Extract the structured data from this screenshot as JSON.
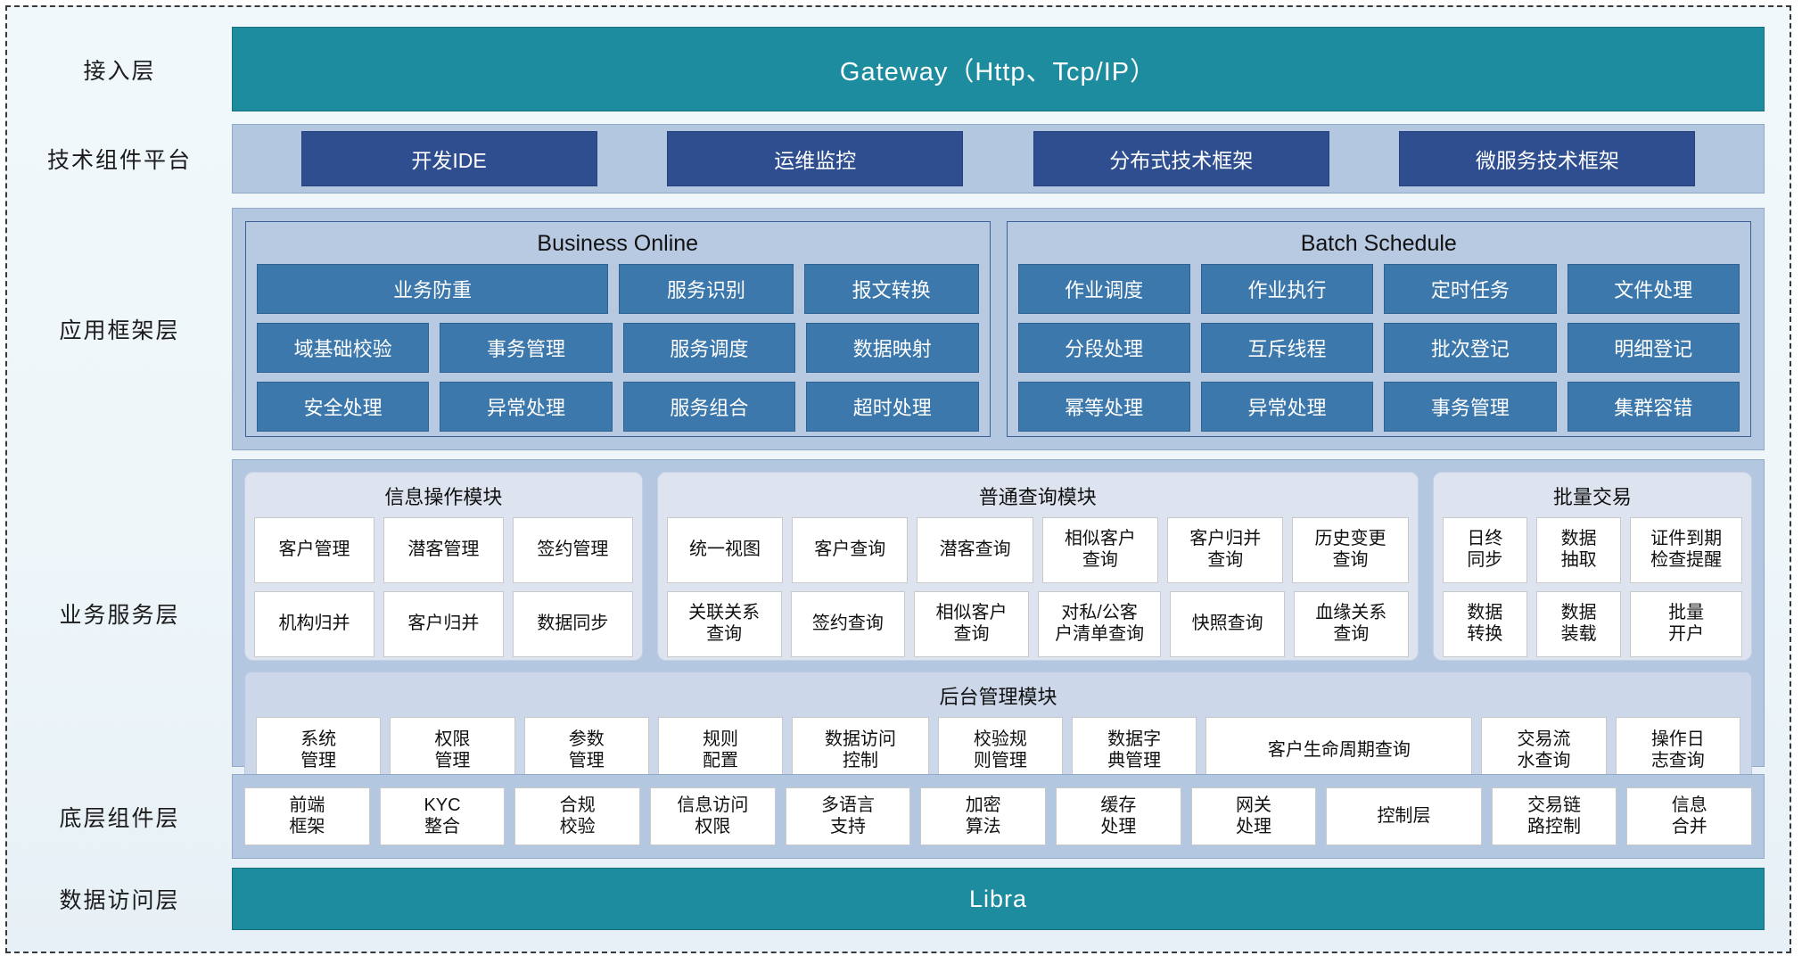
{
  "layers": [
    {
      "label": "接入层"
    },
    {
      "label": "技术组件平台"
    },
    {
      "label": "应用框架层"
    },
    {
      "label": "业务服务层"
    },
    {
      "label": "底层组件层"
    },
    {
      "label": "数据访问层"
    }
  ],
  "access_layer": {
    "title": "Gateway（Http、Tcp/IP）"
  },
  "tech_platform": {
    "chips": [
      "开发IDE",
      "运维监控",
      "分布式技术框架",
      "微服务技术框架"
    ]
  },
  "app_framework": {
    "groups": [
      {
        "title": "Business Online",
        "rows": [
          [
            {
              "label": "业务防重",
              "span": 2
            },
            {
              "label": "服务识别",
              "span": 1
            },
            {
              "label": "报文转换",
              "span": 1
            }
          ],
          [
            {
              "label": "域基础校验",
              "span": 1
            },
            {
              "label": "事务管理",
              "span": 1
            },
            {
              "label": "服务调度",
              "span": 1
            },
            {
              "label": "数据映射",
              "span": 1
            }
          ],
          [
            {
              "label": "安全处理",
              "span": 1
            },
            {
              "label": "异常处理",
              "span": 1
            },
            {
              "label": "服务组合",
              "span": 1
            },
            {
              "label": "超时处理",
              "span": 1
            }
          ]
        ]
      },
      {
        "title": "Batch Schedule",
        "rows": [
          [
            {
              "label": "作业调度",
              "span": 1
            },
            {
              "label": "作业执行",
              "span": 1
            },
            {
              "label": "定时任务",
              "span": 1
            },
            {
              "label": "文件处理",
              "span": 1
            }
          ],
          [
            {
              "label": "分段处理",
              "span": 1
            },
            {
              "label": "互斥线程",
              "span": 1
            },
            {
              "label": "批次登记",
              "span": 1
            },
            {
              "label": "明细登记",
              "span": 1
            }
          ],
          [
            {
              "label": "幂等处理",
              "span": 1
            },
            {
              "label": "异常处理",
              "span": 1
            },
            {
              "label": "事务管理",
              "span": 1
            },
            {
              "label": "集群容错",
              "span": 1
            }
          ]
        ]
      }
    ]
  },
  "business_service": {
    "modules": [
      {
        "title": "信息操作模块",
        "flex": 24,
        "rows": [
          [
            "客户管理",
            "潜客管理",
            "签约管理"
          ],
          [
            "机构归并",
            "客户归并",
            "数据同步"
          ]
        ]
      },
      {
        "title": "普通查询模块",
        "flex": 47,
        "rows": [
          [
            "统一视图",
            "客户查询",
            "潜客查询",
            "相似客户\n查询",
            "客户归并\n查询",
            "历史变更\n查询"
          ],
          [
            "关联关系\n查询",
            "签约查询",
            "相似客户\n查询",
            "对私/公客\n户清单查询",
            "快照查询",
            "血缘关系\n查询"
          ]
        ]
      },
      {
        "title": "批量交易",
        "flex": 19,
        "rows": [
          [
            "日终\n同步",
            "数据\n抽取",
            "证件到期\n检查提醒"
          ],
          [
            "数据\n转换",
            "数据\n装载",
            "批量\n开户"
          ]
        ]
      }
    ],
    "admin_module": {
      "title": "后台管理模块",
      "cells": [
        {
          "label": "系统\n管理",
          "flex": 10
        },
        {
          "label": "权限\n管理",
          "flex": 10
        },
        {
          "label": "参数\n管理",
          "flex": 10
        },
        {
          "label": "规则\n配置",
          "flex": 10
        },
        {
          "label": "数据访问\n控制",
          "flex": 11
        },
        {
          "label": "校验规\n则管理",
          "flex": 10
        },
        {
          "label": "数据字\n典管理",
          "flex": 10
        },
        {
          "label": "客户生命周期查询",
          "flex": 22
        },
        {
          "label": "交易流\n水查询",
          "flex": 10
        },
        {
          "label": "操作日\n志查询",
          "flex": 10
        }
      ]
    }
  },
  "base_components": {
    "cells": [
      "前端\n框架",
      "KYC\n整合",
      "合规\n校验",
      "信息访问\n权限",
      "多语言\n支持",
      "加密\n算法",
      "缓存\n处理",
      "网关\n处理",
      "控制层",
      "交易链\n路控制",
      "信息\n合并"
    ]
  },
  "data_access_layer": {
    "title": "Libra"
  },
  "colors": {
    "teal": "#1d8c9e",
    "band": "#b4c7e0",
    "chip_dark_blue": "#2e4e8f",
    "chip_blue": "#3c78ab",
    "module_bg": "#dde4f0",
    "admin_bg": "#ccd8ea"
  }
}
